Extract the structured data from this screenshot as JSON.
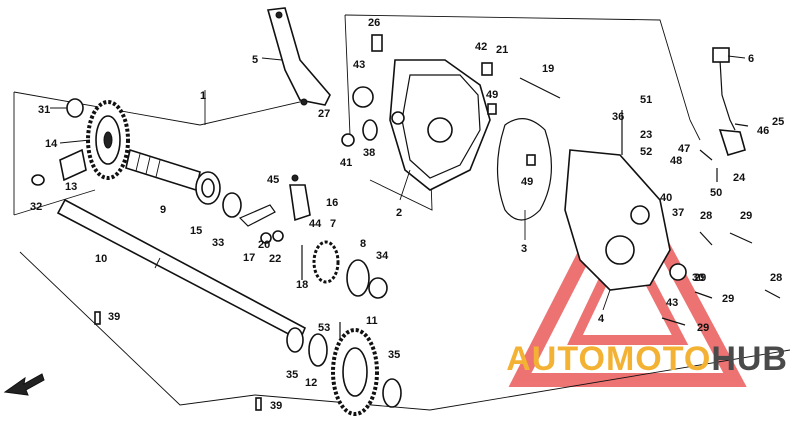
{
  "diagram": {
    "callouts": [
      "1",
      "2",
      "3",
      "4",
      "5",
      "6",
      "7",
      "8",
      "9",
      "10",
      "11",
      "12",
      "13",
      "14",
      "15",
      "16",
      "17",
      "18",
      "19",
      "20",
      "21",
      "22",
      "23",
      "24",
      "25",
      "26",
      "27",
      "28",
      "28",
      "29",
      "29",
      "29",
      "29",
      "30",
      "31",
      "32",
      "33",
      "34",
      "35",
      "35",
      "36",
      "37",
      "38",
      "39",
      "39",
      "40",
      "41",
      "42",
      "43",
      "43",
      "44",
      "45",
      "46",
      "47",
      "48",
      "49",
      "49",
      "50",
      "51",
      "52",
      "53"
    ],
    "colors": {
      "ink": "#111111",
      "watermark_accent": "#e84545",
      "watermark_text_accent": "#f3b233",
      "watermark_text_dark": "#4a4a4a"
    },
    "front_arrow_icon": "front-arrow-icon"
  },
  "watermark": {
    "part_a": "AUTOMOTO",
    "part_b": "HUB"
  }
}
